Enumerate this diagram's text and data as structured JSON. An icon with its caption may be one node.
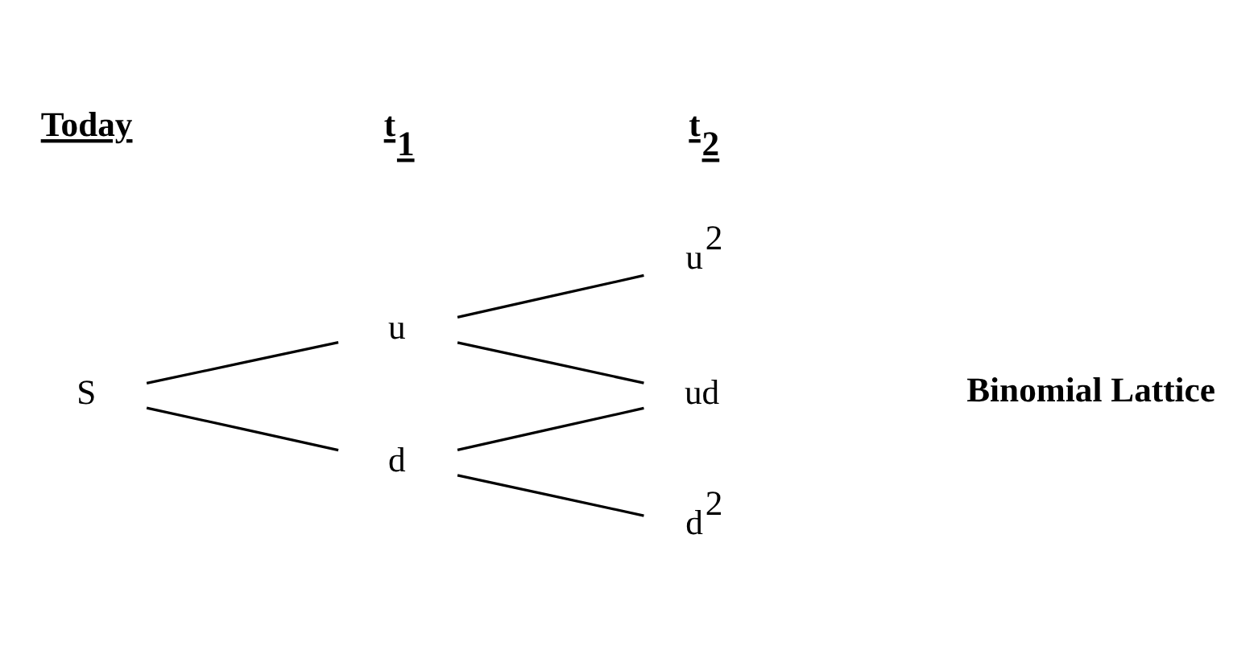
{
  "diagram": {
    "nodes": [
      {
        "text": [
          "S"
        ]
      },
      {
        "text": [
          "u"
        ]
      },
      {
        "text": [
          "d"
        ]
      },
      {
        "text": [
          "u$^{2}$"
        ]
      },
      {
        "text": [
          "ud"
        ]
      },
      {
        "text": [
          "d$^{2}$"
        ]
      }
    ],
    "edges": [
      {
        "from": 0,
        "to": 1,
        "arrow": "none"
      },
      {
        "from": 0,
        "to": 2,
        "arrow": "none"
      },
      {
        "from": 1,
        "to": 3,
        "arrow": "none"
      },
      {
        "from": 1,
        "to": 4,
        "arrow": "none"
      },
      {
        "from": 2,
        "to": 4,
        "arrow": "none"
      },
      {
        "from": 2,
        "to": 5,
        "arrow": "none"
      }
    ],
    "labels": [
      "Today",
      "t$_{1}$",
      "t$_{2}$",
      "Binomial Lattice"
    ]
  }
}
